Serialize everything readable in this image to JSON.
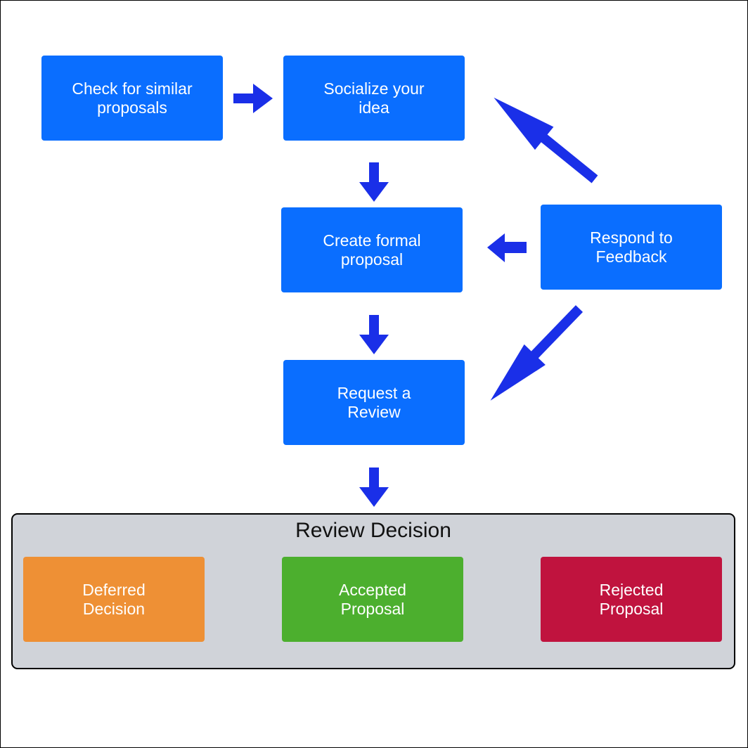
{
  "steps": {
    "check_similar": "Check for similar\nproposals",
    "socialize": "Socialize your\nidea",
    "create_formal": "Create formal\nproposal",
    "respond_feedback": "Respond to\nFeedback",
    "request_review": "Request a\nReview"
  },
  "review_decision": {
    "title": "Review Decision",
    "deferred": "Deferred\nDecision",
    "accepted": "Accepted\nProposal",
    "rejected": "Rejected\nProposal"
  },
  "colors": {
    "step_box": "#0a6eff",
    "arrow": "#1a2fe8",
    "deferred": "#ee9035",
    "accepted": "#4caf2e",
    "rejected": "#c0133e",
    "panel": "#d0d3d9"
  }
}
